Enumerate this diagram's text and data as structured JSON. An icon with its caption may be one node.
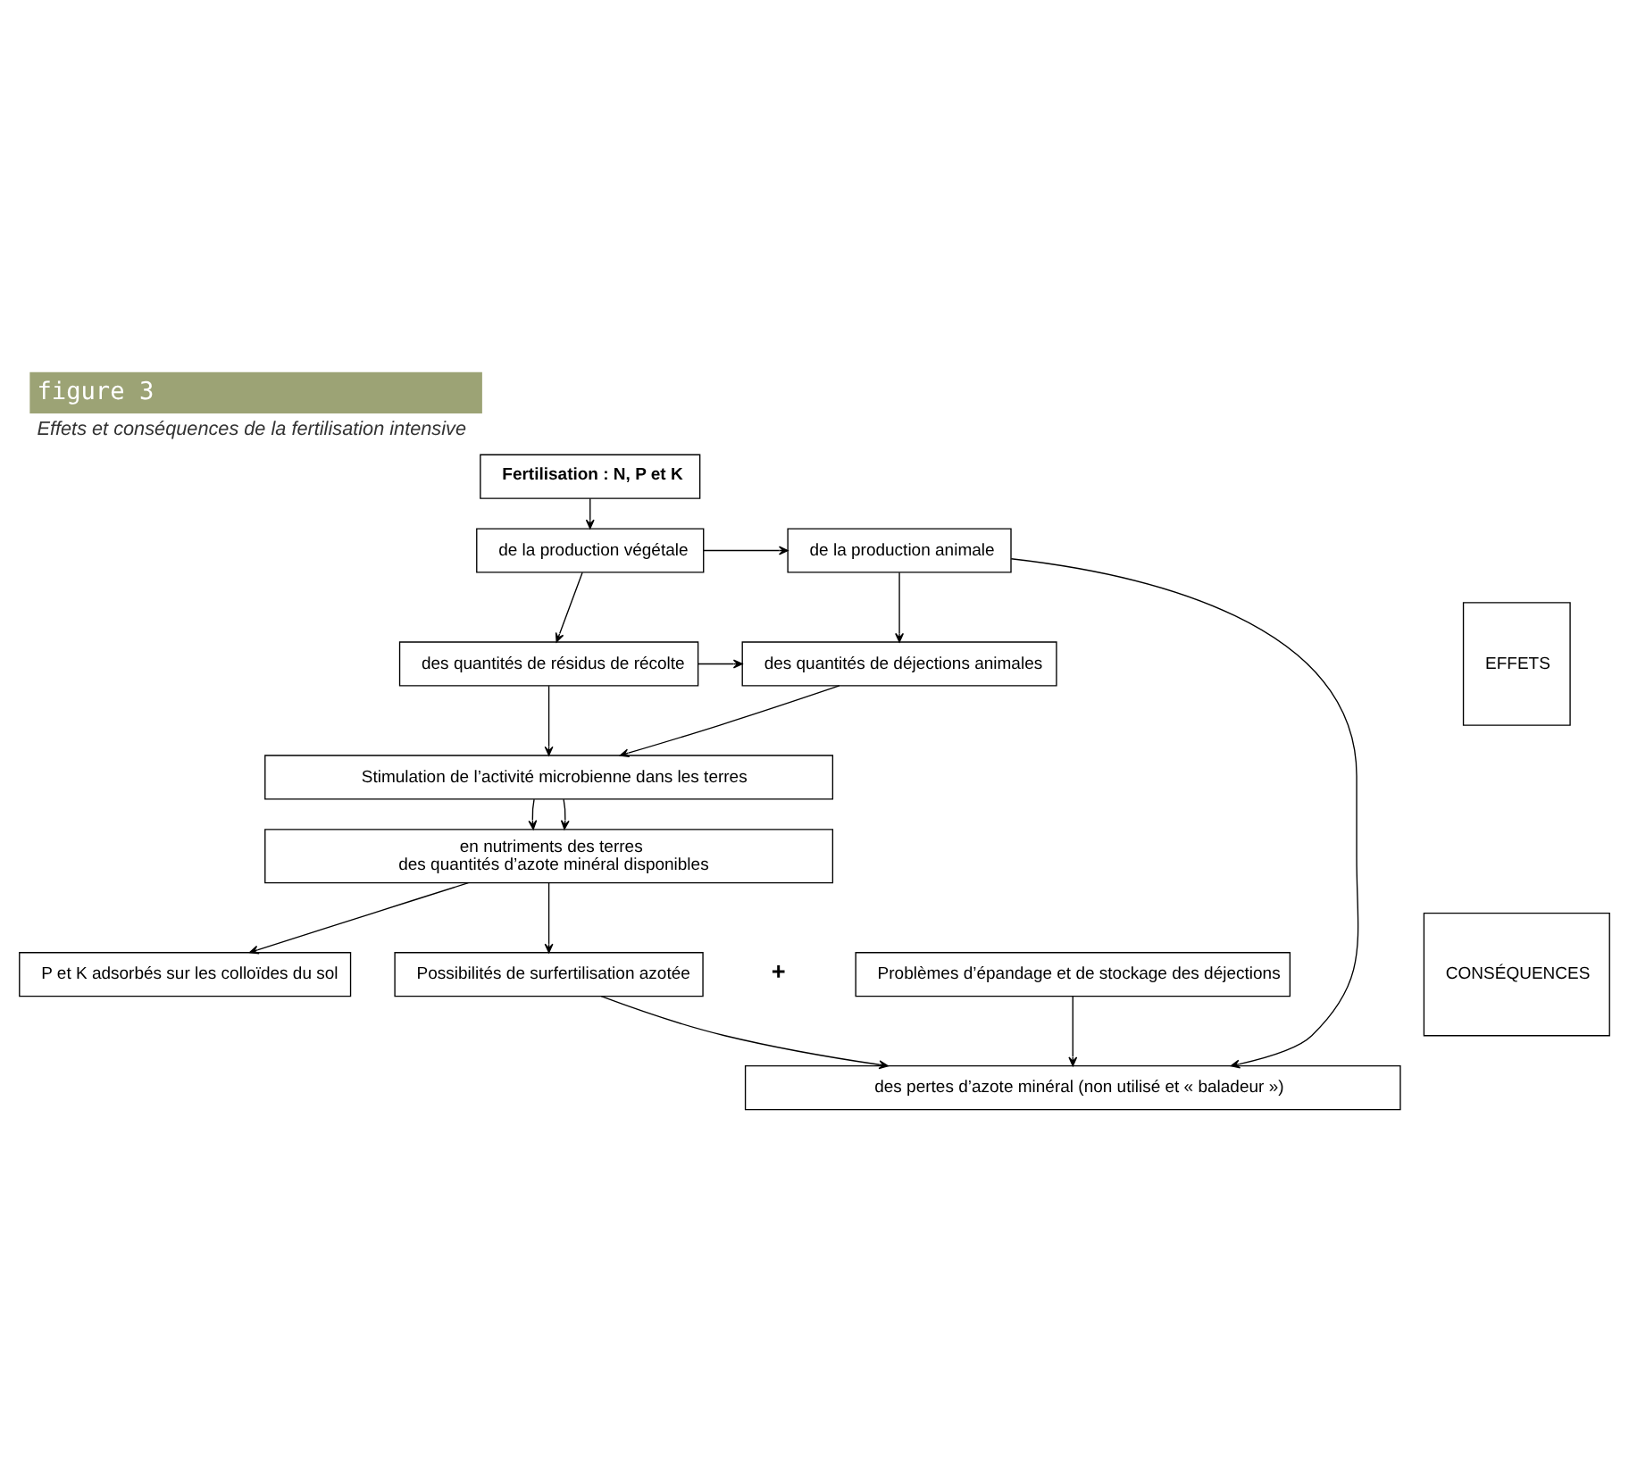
{
  "diagram": {
    "title": "figure 3",
    "caption": "Effets et conséquences de la fertilisation intensive",
    "nodes": [
      {
        "text": [
          "Fertilisation : N, P et K"
        ]
      },
      {
        "text": [
          "de la production végétale"
        ]
      },
      {
        "text": [
          "de la production animale"
        ]
      },
      {
        "text": [
          "EFFETS"
        ]
      },
      {
        "text": [
          "des quantités de résidus de récolte"
        ]
      },
      {
        "text": [
          "des quantités de déjections animales"
        ]
      },
      {
        "text": [
          "Stimulation de l’activité microbienne dans les terres"
        ]
      },
      {
        "text": [
          "en nutriments des terres",
          "des quantités d’azote minéral disponibles"
        ]
      },
      {
        "text": [
          "CONSÉQUENCES"
        ]
      },
      {
        "text": [
          "P et K adsorbés sur les colloïdes du sol"
        ]
      },
      {
        "text": [
          "Possibilités de surfertilisation azotée"
        ]
      },
      {
        "text": [
          "Problèmes d’épandage et de stockage des déjections"
        ]
      },
      {
        "text": [
          "des pertes d’azote minéral (non utilisé et « baladeur »)"
        ]
      }
    ],
    "edges": [
      {
        "from": 0,
        "to": 1,
        "arrow": "to"
      },
      {
        "from": 1,
        "to": 2,
        "arrow": "to"
      },
      {
        "from": 1,
        "to": 4,
        "arrow": "to"
      },
      {
        "from": 2,
        "to": 5,
        "arrow": "to"
      },
      {
        "from": 4,
        "to": 5,
        "arrow": "to"
      },
      {
        "from": 4,
        "to": 6,
        "arrow": "to"
      },
      {
        "from": 5,
        "to": 6,
        "arrow": "to"
      },
      {
        "from": 6,
        "to": 7,
        "arrow": "to"
      },
      {
        "from": 6,
        "to": 7,
        "arrow": "to"
      },
      {
        "from": 7,
        "to": 10,
        "arrow": "to"
      },
      {
        "from": 7,
        "to": 9,
        "arrow": "to"
      },
      {
        "from": 10,
        "to": 12,
        "arrow": "to"
      },
      {
        "from": 11,
        "to": 12,
        "arrow": "to"
      },
      {
        "from": 2,
        "to": 12,
        "arrow": "to"
      }
    ],
    "labels": [
      "+"
    ]
  }
}
